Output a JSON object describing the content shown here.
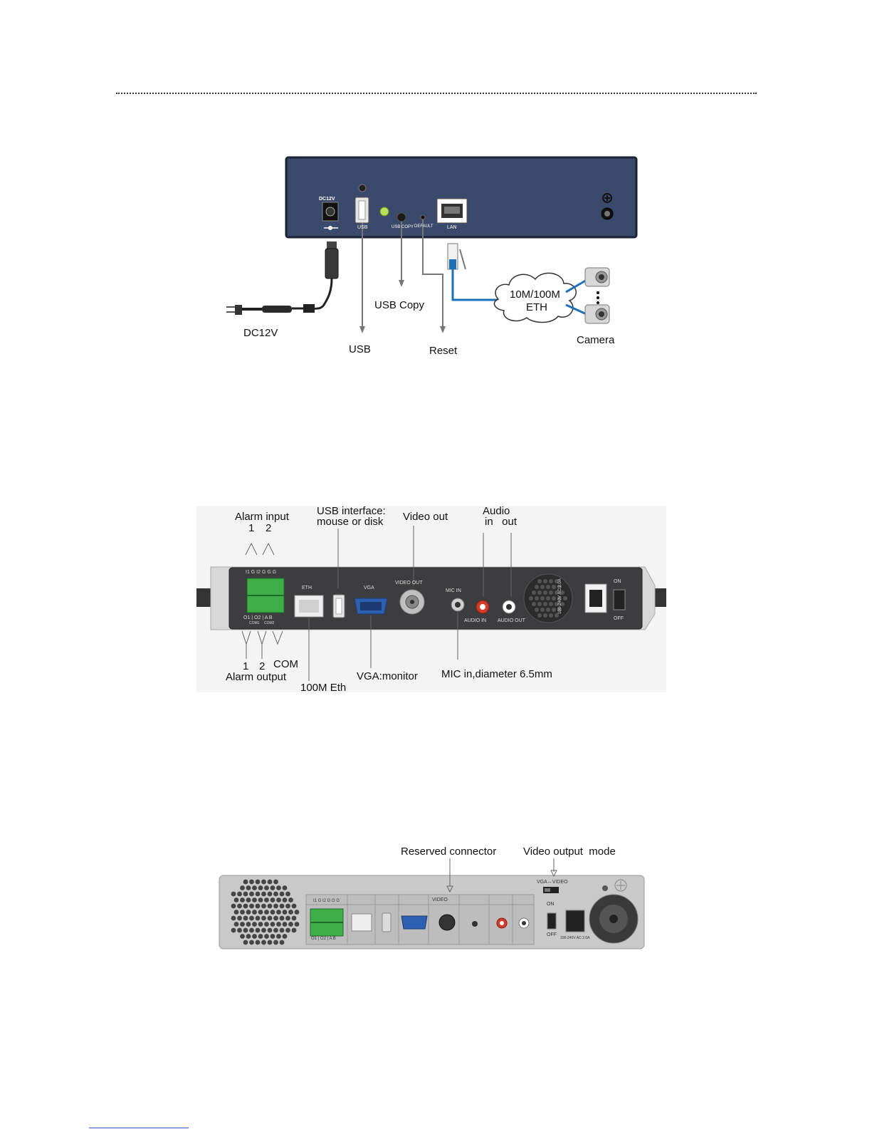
{
  "diagram1": {
    "panel_labels": {
      "dc12v": "DC12V",
      "usb": "USB",
      "usb_copy": "USB COPY",
      "default": "DEFAULT",
      "lan": "LAN"
    },
    "callouts": {
      "usb_copy": "USB Copy",
      "dc12v": "DC12V",
      "usb": "USB",
      "reset": "Reset",
      "camera": "Camera",
      "cloud_line1": "10M/100M",
      "cloud_line2": "ETH"
    }
  },
  "diagram2": {
    "panel_labels": {
      "inputs_top": "I1 G I2 G G G",
      "outputs_bottom": "O1 | O2 | A B",
      "com1": "COM1",
      "com2": "COM2",
      "eth": "ETH",
      "vga": "VGA",
      "video_out": "VIDEO OUT",
      "mic_in": "MIC IN",
      "audio_in": "AUDIO IN",
      "audio_out": "AUDIO OUT",
      "power_rating": "100-240V AC 2.0A",
      "on": "ON",
      "off": "OFF"
    },
    "callouts": {
      "alarm_input": "Alarm input",
      "alarm_input_1": "1",
      "alarm_input_2": "2",
      "usb_interface_line1": "USB interface:",
      "usb_interface_line2": "mouse or disk",
      "video_out": "Video out",
      "audio_line1": "Audio",
      "audio_line2": "in   out",
      "alarm_output_1": "1",
      "alarm_output_2": "2",
      "com": "COM",
      "alarm_output": "Alarm output",
      "eth": "100M Eth",
      "vga_monitor": "VGA:monitor",
      "mic_in": "MIC in,diameter 6.5mm"
    }
  },
  "diagram3": {
    "panel_labels": {
      "inputs_top": "I1 G I2 G G G",
      "outputs_bottom": "O1 | O2 | A B",
      "video": "VIDEO",
      "vga_video": "VGA↔VIDEO",
      "on": "ON",
      "off": "OFF",
      "power_rating": "100-240V AC 2.0A"
    },
    "callouts": {
      "reserved_connector": "Reserved connector",
      "video_output_mode": "Video output  mode"
    }
  },
  "colors": {
    "panel_navy": "#3b4a6b",
    "terminal_green": "#3fae49",
    "vga_blue": "#2f5fb0",
    "cable_blue": "#1e6fb8",
    "rca_red": "#d23a2a",
    "led_green": "#b9e05a"
  }
}
